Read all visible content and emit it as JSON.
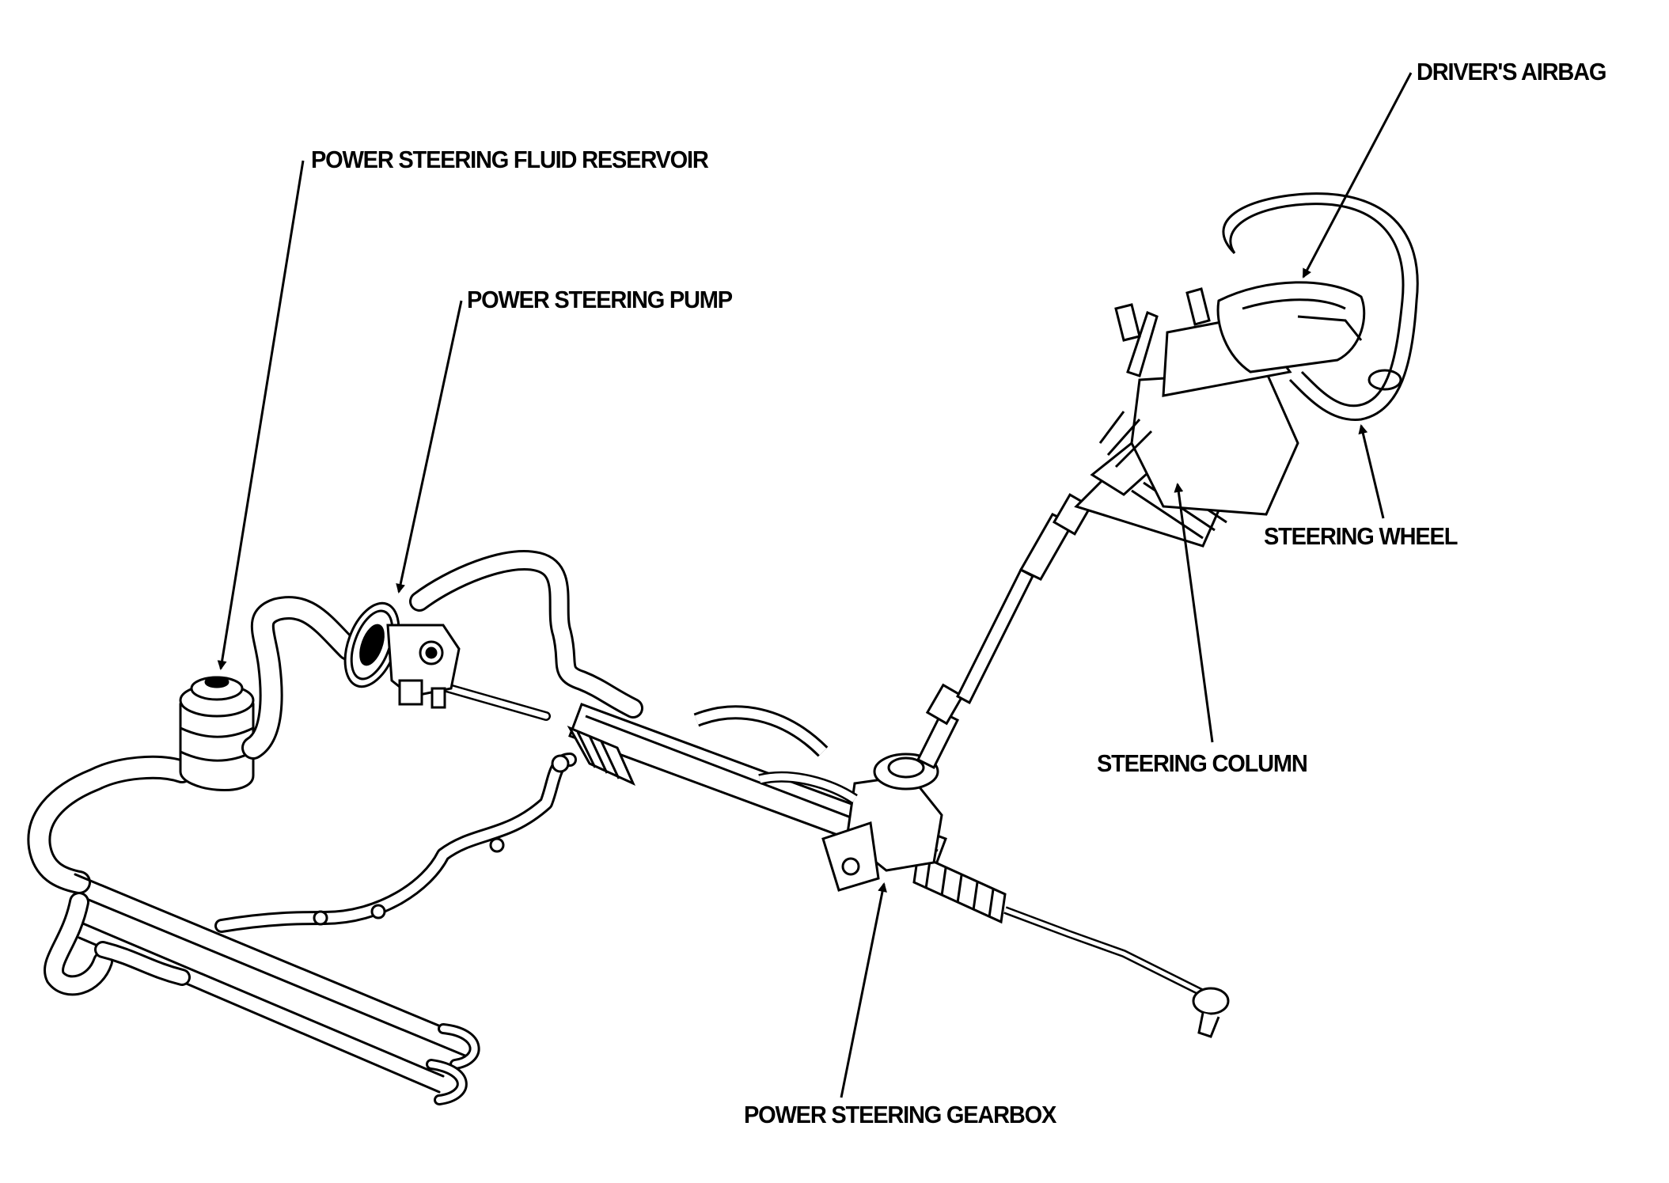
{
  "labels": {
    "reservoir": "POWER STEERING FLUID RESERVOIR",
    "pump": "POWER STEERING PUMP",
    "airbag": "DRIVER'S AIRBAG",
    "wheel": "STEERING WHEEL",
    "column": "STEERING COLUMN",
    "gearbox": "POWER STEERING GEARBOX"
  },
  "colors": {
    "ink": "#000000",
    "paper": "#ffffff"
  }
}
